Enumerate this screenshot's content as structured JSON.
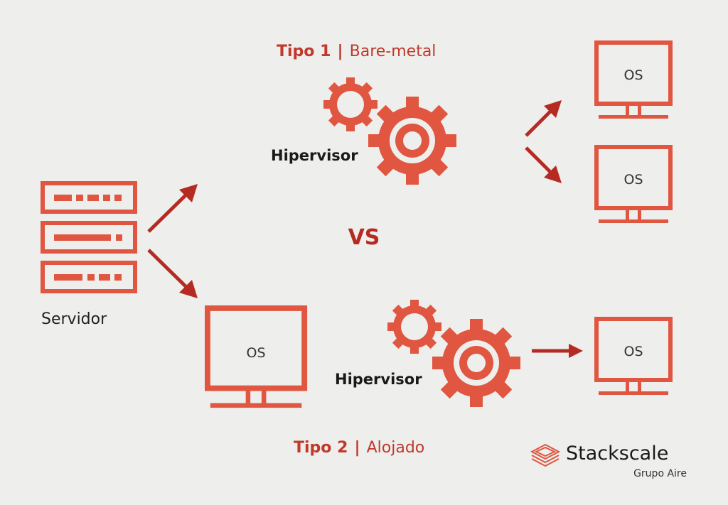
{
  "title_type1": {
    "bold": "Tipo 1",
    "sep": "|",
    "rest": "Bare-metal"
  },
  "title_type2": {
    "bold": "Tipo 2",
    "sep": "|",
    "rest": "Alojado"
  },
  "server_label": "Servidor",
  "hypervisor_label": "Hipervisor",
  "vs_label": "VS",
  "os_label": "OS",
  "brand": {
    "name": "Stackscale",
    "sub": "Grupo Aire"
  },
  "colors": {
    "icon": "#e05640",
    "arrow": "#b52b22",
    "title": "#c0392b",
    "background": "#eeeeec"
  }
}
